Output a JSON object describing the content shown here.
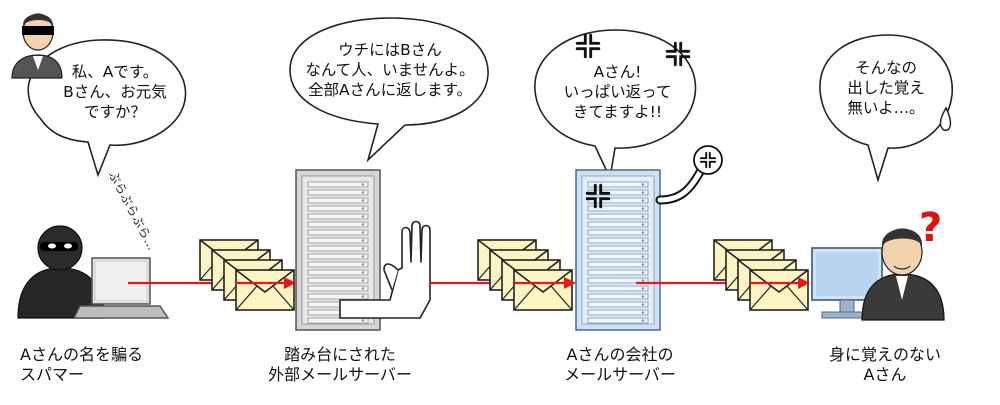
{
  "bubbles": {
    "spammer_intro": "私、Aです。\nBさん、お元気\nですか？",
    "server_reply": "ウチにはBさん\nなんて人、いませんよ。\n全部Aさんに返します。",
    "company_complaint": "Aさん!\nいっぱい返って\nきてますよ!!",
    "victim_reply": "そんなの\n出した覚え\n無いよ…。"
  },
  "sound_effect": "ぶらぶらぶら…",
  "captions": {
    "spammer": "Aさんの名を騙る\nスパマー",
    "stepping_stone": "踏み台にされた\n外部メールサーバー",
    "company_server": "Aさんの会社の\nメールサーバー",
    "victim": "身に覚えのない\nAさん"
  },
  "question_mark": "?",
  "colors": {
    "arrow": "#e81818",
    "envelope_fill": "#fbf5c4",
    "server_gray": "#d6d6d6",
    "server_blue": "#cfe0f3",
    "question": "#e01010"
  }
}
